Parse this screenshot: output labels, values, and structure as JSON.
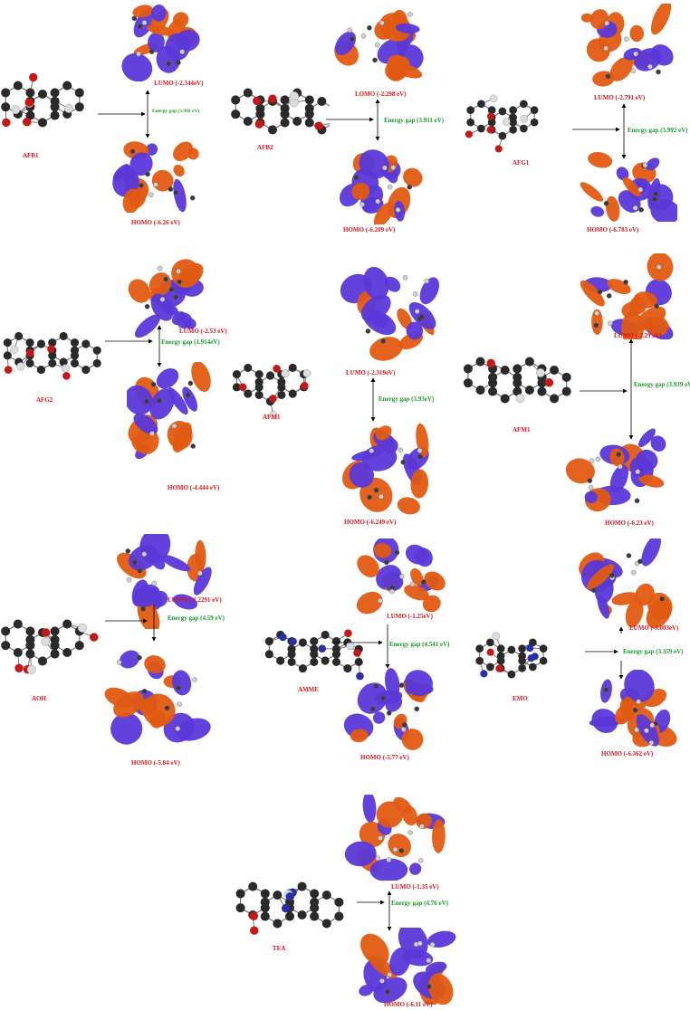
{
  "colors": {
    "label_red": "#e0121b",
    "gap_green": "#1a9a2a",
    "lobe_blue": "#5a38d8",
    "lobe_orange": "#e05a12",
    "atom_dark": "#2a2a2a",
    "atom_red": "#c41818",
    "atom_blue": "#2a2fa8"
  },
  "panels": [
    {
      "name": "AFB1",
      "lumo": "LUMO (-2.344eV)",
      "homo": "HOMO (-6.26 eV)",
      "gap": "Energy gap (3.918 eV)"
    },
    {
      "name": "AFB2",
      "lumo": "LOMO (-2.298 eV)",
      "homo": "HOMO (-6.209 eV)",
      "gap": "Energy gap (3.911 eV)"
    },
    {
      "name": "AFG1",
      "lumo": "LUMO (-2.791 eV)",
      "homo": "HOMO (-6.783 eV)",
      "gap": "Energy gap (3.992 eV)"
    },
    {
      "name": "AFG2",
      "lumo": "LUMO (-2.53 eV)",
      "homo": "HOMO (-4.444 eV)",
      "gap": "Energy gap (1.914eV)"
    },
    {
      "name": "AFM1",
      "lumo": "LUMO (-2.319eV)",
      "homo": "HOMO (-6.249 eV)",
      "gap": "Energy gap (3.93eV)"
    },
    {
      "name": "AFM1",
      "lumo": "LUMO (-2.29 eV)",
      "homo": "HOMO (-6.23 eV)",
      "gap": "Energy gap (3.939 eV)"
    },
    {
      "name": "AOH",
      "lumo": "LUMO (-1.2291 eV)",
      "homo": "HOMO (-5.84 eV)",
      "gap": "Energy gap (4.59 eV)"
    },
    {
      "name": "AMME",
      "lumo": "LUMO (-1.25eV)",
      "homo": "HOMO (-5.77 eV)",
      "gap": "Energy gap (4.541 eV)"
    },
    {
      "name": "EMO",
      "lumo": "LUMO (-3.003eV)",
      "homo": "HOMO (-6.362 eV)",
      "gap": "Energy gap (3.359 eV)"
    },
    {
      "name": "TEA",
      "lumo": "LUMO (-1.35 eV)",
      "homo": "HOMO (-6.11 eV)",
      "gap": "Energy gap (4.76 eV)"
    }
  ]
}
